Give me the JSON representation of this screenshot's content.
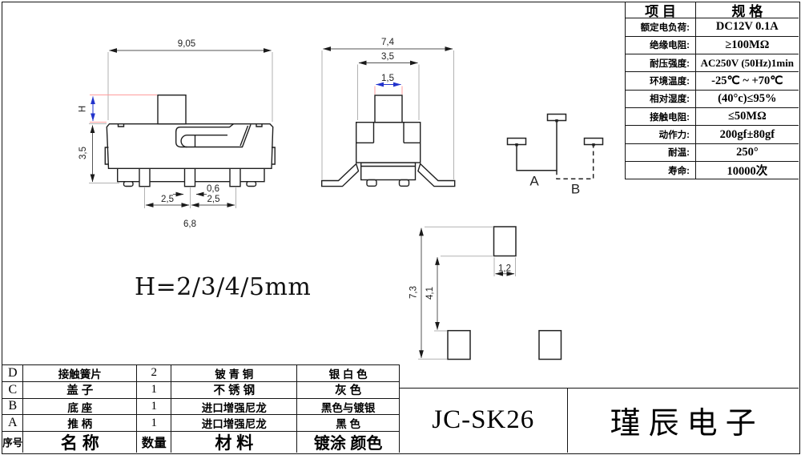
{
  "sheet": {
    "note": "H=2/3/4/5mm",
    "model": "JC-SK26",
    "company": "瑾辰电子"
  },
  "colors": {
    "line": "#1f1f1f",
    "dim_line": "#555555",
    "extension_gray": "#b2b2b2",
    "accent_blue": "#2233cc",
    "accent_red": "#ff9c9c"
  },
  "spec_table": {
    "header": {
      "item": "项  目",
      "spec": "规  格"
    },
    "rows": [
      {
        "label": "额定电负荷:",
        "value": "DC12V 0.1A"
      },
      {
        "label": "绝缘电阻:",
        "value": "≥100MΩ"
      },
      {
        "label": "耐压强度:",
        "value": "AC250V (50Hz)1min"
      },
      {
        "label": "环境温度:",
        "value": "-25℃ ~ +70℃"
      },
      {
        "label": "相对湿度:",
        "value": "(40°c)≤95%"
      },
      {
        "label": "接触电阻:",
        "value": "≤50MΩ"
      },
      {
        "label": "动作力:",
        "value": "200gf±80gf"
      },
      {
        "label": "耐温:",
        "value": "250°"
      },
      {
        "label": "寿命:",
        "value": "10000次"
      }
    ]
  },
  "parts_table": {
    "header": {
      "no": "序号",
      "name": "名  称",
      "qty": "数量",
      "material": "材  料",
      "finish": "镀涂 颜色"
    },
    "rows": [
      {
        "no": "D",
        "name": "接触簧片",
        "qty": "2",
        "material": "铍 青 铜",
        "finish": "银 白 色"
      },
      {
        "no": "C",
        "name": "盖  子",
        "qty": "1",
        "material": "不 锈 钢",
        "finish": "灰  色"
      },
      {
        "no": "B",
        "name": "底  座",
        "qty": "1",
        "material": "进口增强尼龙",
        "finish": "黑色与镀银"
      },
      {
        "no": "A",
        "name": "推  柄",
        "qty": "1",
        "material": "进口增强尼龙",
        "finish": "黑  色"
      }
    ]
  },
  "dimensions": {
    "front": {
      "width": "9,05",
      "height": "3,5",
      "slider_height": "H",
      "pin_width": "0,6",
      "pitch_left": "2,5",
      "pitch_right": "2,5",
      "span": "6,8"
    },
    "side": {
      "width": "7,4",
      "body": "3,5",
      "knob": "1,5"
    },
    "footprint": {
      "overall": "7,3",
      "gap": "4,1",
      "pad": "1,2"
    },
    "circuit": {
      "pos_a": "A",
      "pos_b": "B"
    }
  }
}
